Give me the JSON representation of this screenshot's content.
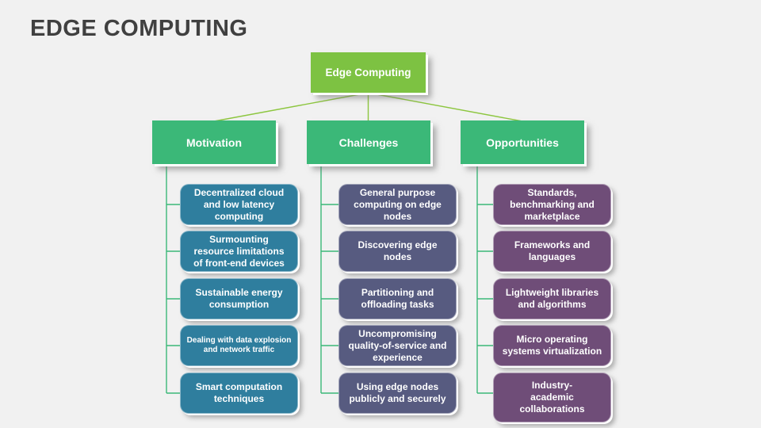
{
  "title": "EDGE COMPUTING",
  "root": {
    "label": "Edge Computing"
  },
  "columns": [
    {
      "label": "Motivation",
      "items": [
        "Decentralized cloud and low latency computing",
        "Surmounting resource limitations of front-end devices",
        "Sustainable energy consumption",
        "Dealing with data explosion and network traffic",
        "Smart computation techniques"
      ]
    },
    {
      "label": "Challenges",
      "items": [
        "General purpose computing on edge nodes",
        "Discovering edge nodes",
        "Partitioning and offloading tasks",
        "Uncompromising quality-of-service and experience",
        "Using edge nodes publicly and securely"
      ]
    },
    {
      "label": "Opportunities",
      "items": [
        "Standards, benchmarking and marketplace",
        "Frameworks and languages",
        "Lightweight libraries and algorithms",
        "Micro operating systems virtualization",
        "Industry-academic collaborations"
      ]
    }
  ],
  "colors": {
    "background": "#F1F1F1",
    "title_text": "#404040",
    "root_box": "#7DC242",
    "category_box": "#3BB878",
    "motivation_leaf": "#2F7E9E",
    "challenges_leaf": "#575B80",
    "opportunities_leaf": "#6F4D78",
    "root_connector": "#8DC63F",
    "column_connector": "#3BB878",
    "node_text": "#FFFFFF"
  }
}
